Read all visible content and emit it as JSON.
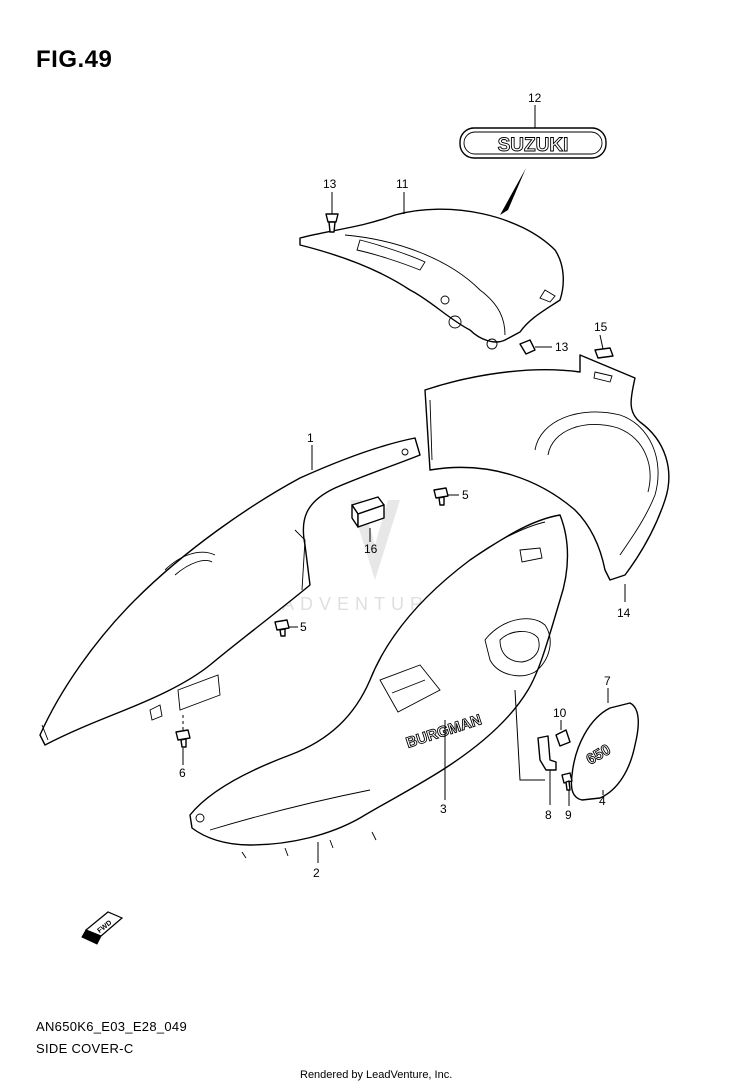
{
  "figure": {
    "title": "FIG.49",
    "code": "AN650K6_E03_E28_049",
    "caption": "SIDE COVER-C",
    "watermark": "LEADVENTURE",
    "rendered_by": "Rendered by LeadVenture, Inc."
  },
  "emblems": {
    "brand_logo": "SUZUKI",
    "model_name": "BURGMAN",
    "badge": "650",
    "fwd_arrow": "FWD"
  },
  "callouts": [
    {
      "id": "12",
      "label": "12"
    },
    {
      "id": "13a",
      "label": "13"
    },
    {
      "id": "11",
      "label": "11"
    },
    {
      "id": "15",
      "label": "15"
    },
    {
      "id": "13b",
      "label": "13"
    },
    {
      "id": "1",
      "label": "1"
    },
    {
      "id": "5a",
      "label": "5"
    },
    {
      "id": "16",
      "label": "16"
    },
    {
      "id": "14",
      "label": "14"
    },
    {
      "id": "5b",
      "label": "5"
    },
    {
      "id": "7",
      "label": "7"
    },
    {
      "id": "10",
      "label": "10"
    },
    {
      "id": "6",
      "label": "6"
    },
    {
      "id": "3",
      "label": "3"
    },
    {
      "id": "4",
      "label": "4"
    },
    {
      "id": "8",
      "label": "8"
    },
    {
      "id": "9",
      "label": "9"
    },
    {
      "id": "2",
      "label": "2"
    }
  ]
}
